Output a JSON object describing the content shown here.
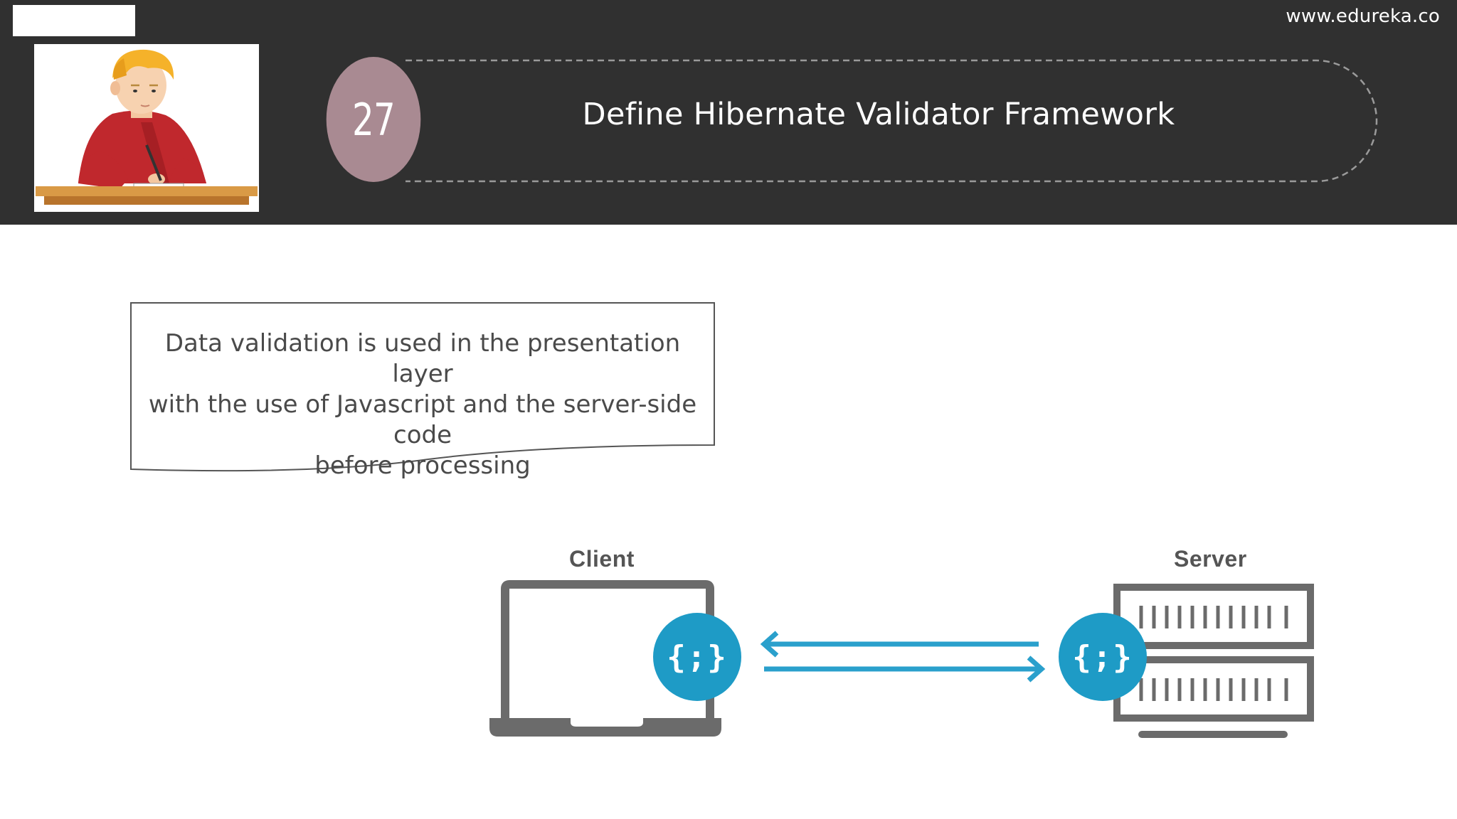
{
  "header": {
    "site_url": "www.edureka.co",
    "question_number": "27",
    "title": "Define Hibernate Validator Framework"
  },
  "note": {
    "text_line_1": "Data validation is used in the presentation layer",
    "text_line_2": "with the use of Javascript and the server-side code",
    "text_line_3": "before processing"
  },
  "diagram": {
    "client_label": "Client",
    "server_label": "Server",
    "client_badge": "{;}",
    "server_badge": "{;}"
  },
  "colors": {
    "header_bg": "#303030",
    "number_circle": "#a98a92",
    "accent_blue": "#1e9bc6",
    "device_gray": "#6b6b6b"
  }
}
